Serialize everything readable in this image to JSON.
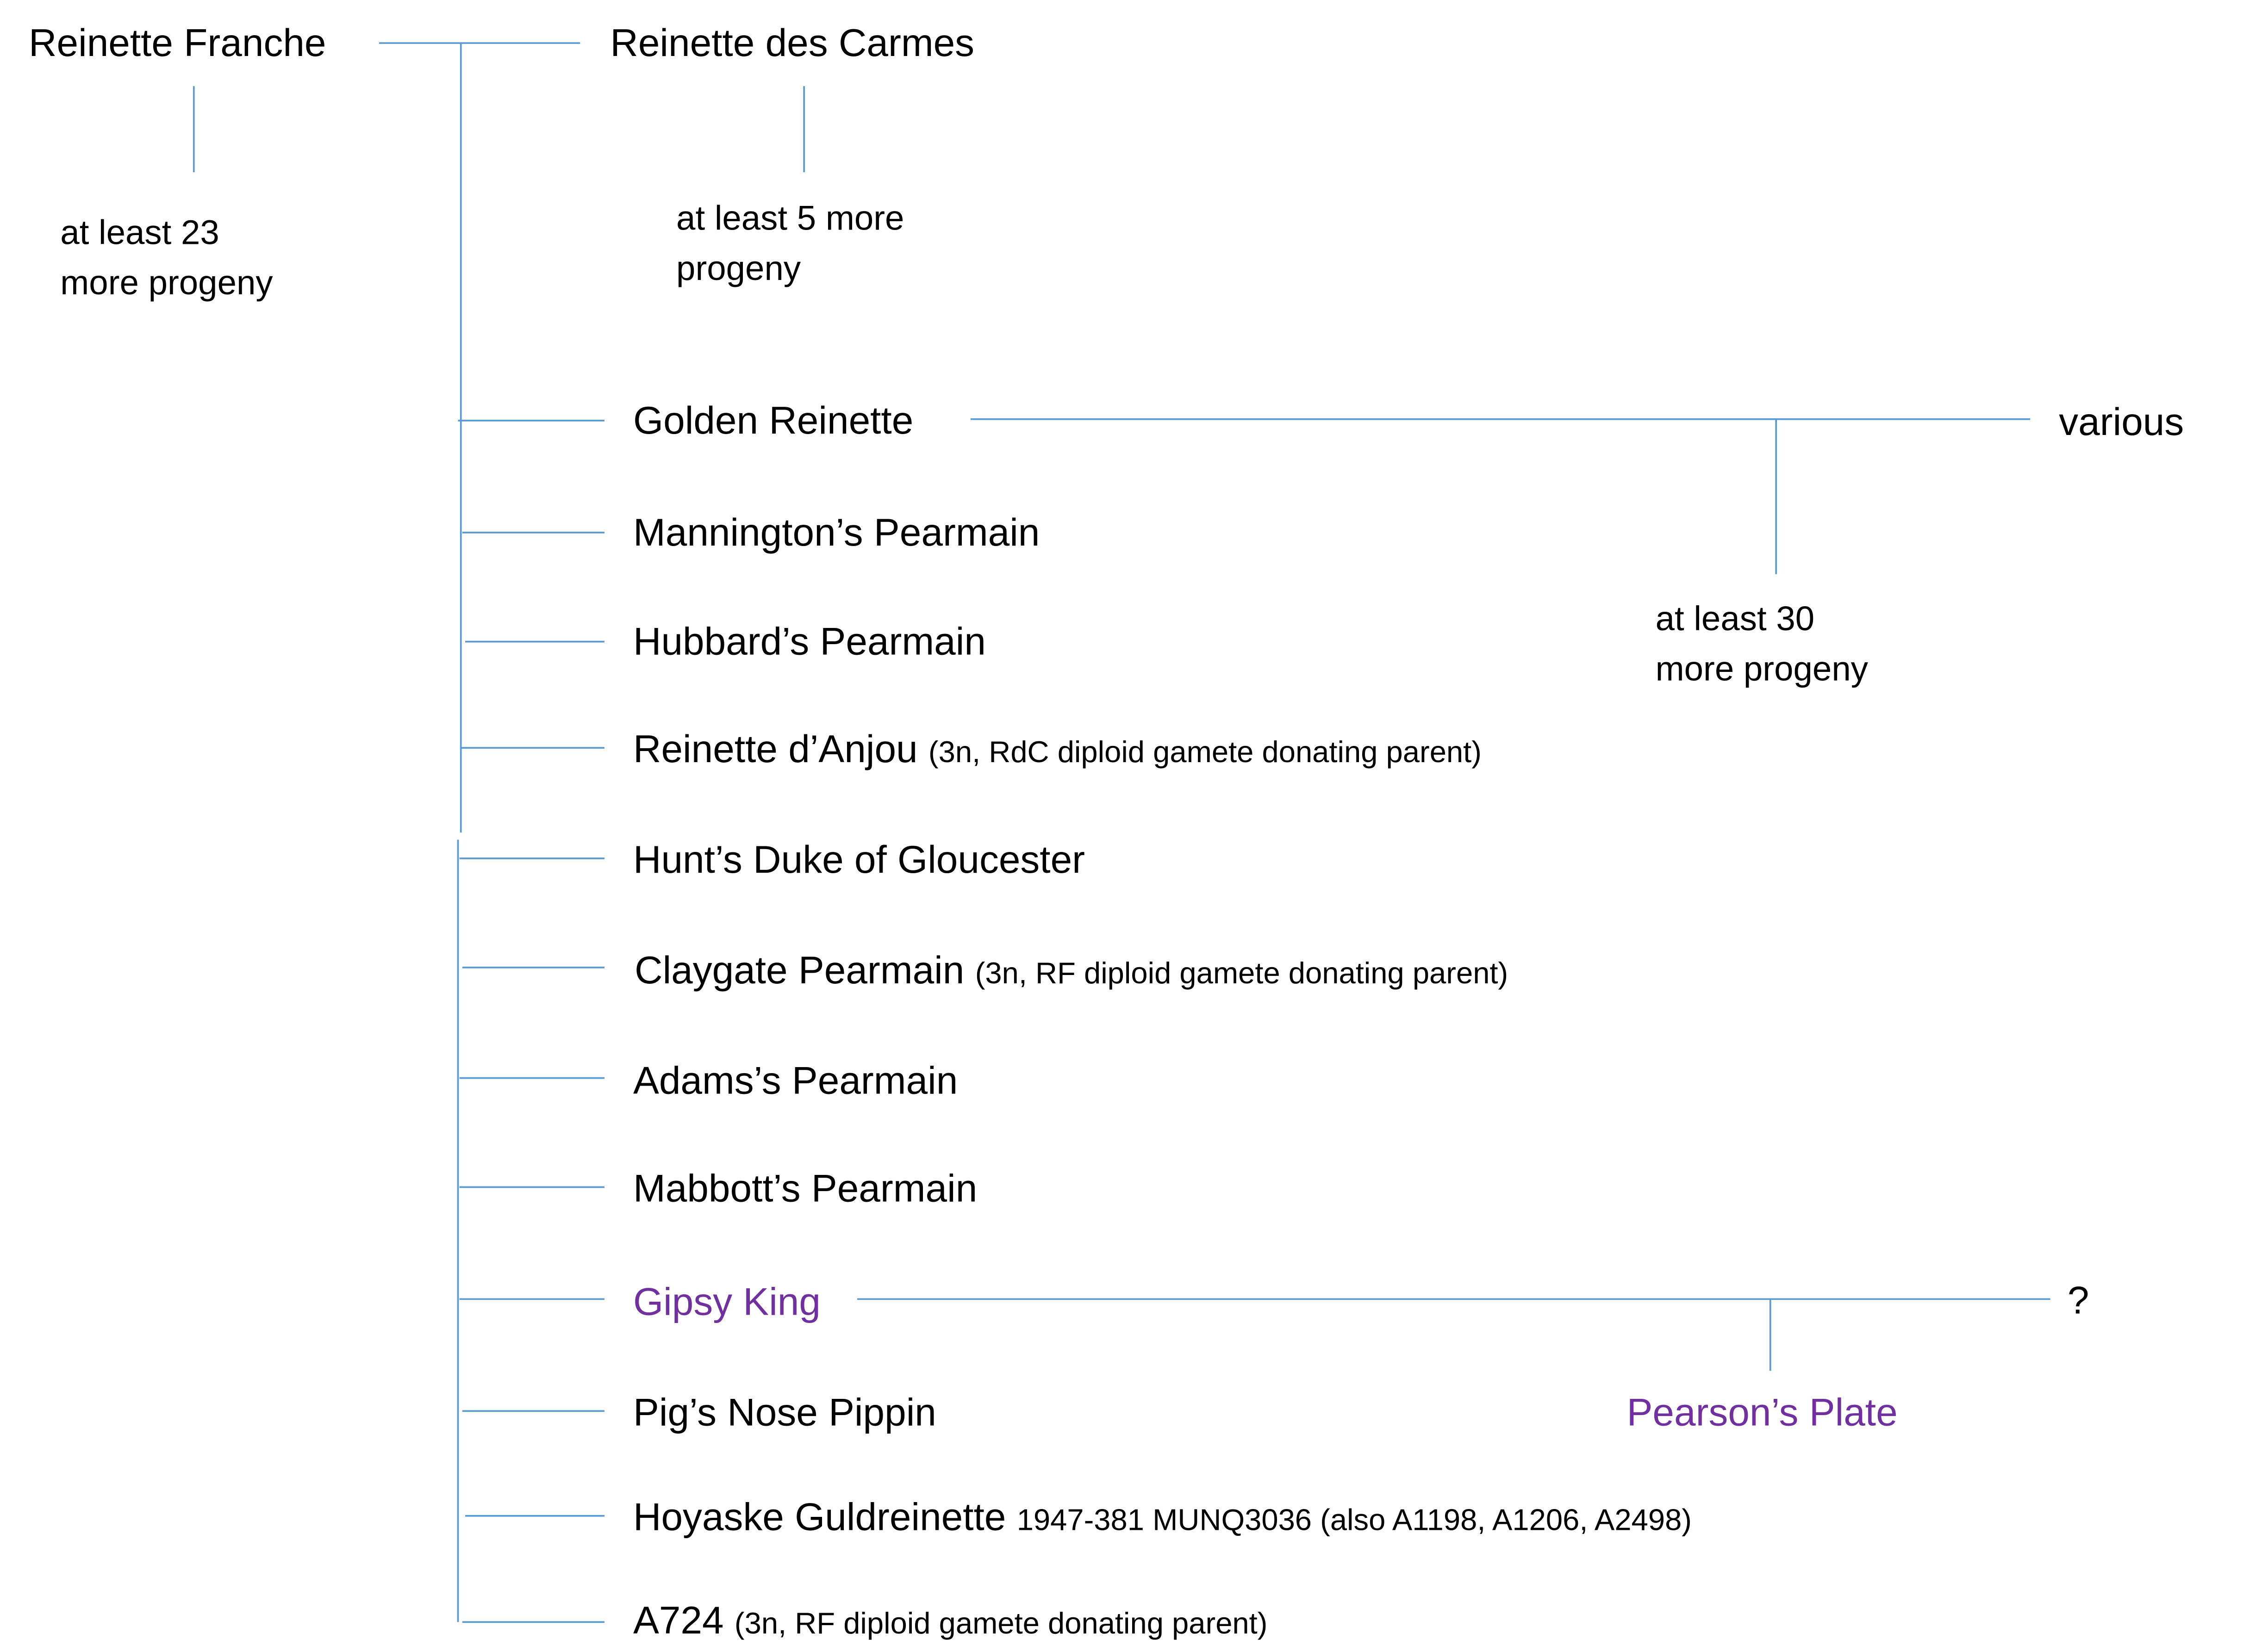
{
  "colors": {
    "connector": "#5b9bd5",
    "text": "#000000",
    "highlight": "#7030a0"
  },
  "parents": {
    "reinette_franche": "Reinette Franche",
    "reinette_des_carmes": "Reinette des Carmes"
  },
  "notes": {
    "rf_progeny_line1": "at least 23",
    "rf_progeny_line2": "more progeny",
    "rdc_progeny_line1": "at least 5 more",
    "rdc_progeny_line2": "progeny",
    "golden_progeny_line1": "at least 30",
    "golden_progeny_line2": "more progeny"
  },
  "offspring": [
    {
      "name": "Golden Reinette",
      "note": ""
    },
    {
      "name": "Mannington’s Pearmain",
      "note": ""
    },
    {
      "name": "Hubbard’s Pearmain",
      "note": ""
    },
    {
      "name": "Reinette d’Anjou",
      "note": "(3n, RdC diploid gamete donating parent)"
    },
    {
      "name": "Hunt’s Duke of Gloucester",
      "note": ""
    },
    {
      "name": "Claygate Pearmain",
      "note": "(3n, RF diploid gamete donating parent)"
    },
    {
      "name": "Adams’s Pearmain",
      "note": ""
    },
    {
      "name": "Mabbott’s Pearmain",
      "note": ""
    },
    {
      "name": "Gipsy King",
      "note": ""
    },
    {
      "name": "Pig’s Nose Pippin",
      "note": ""
    },
    {
      "name": "Hoyaske Guldreinette",
      "note": "1947-381 MUNQ3036 (also A1198, A1206, A2498)"
    },
    {
      "name": "A724",
      "note": "(3n, RF diploid gamete donating parent)"
    }
  ],
  "golden_reinette_cross": {
    "other_parent": "various"
  },
  "gipsy_king_cross": {
    "other_parent": "?",
    "child": "Pearson’s Plate"
  }
}
